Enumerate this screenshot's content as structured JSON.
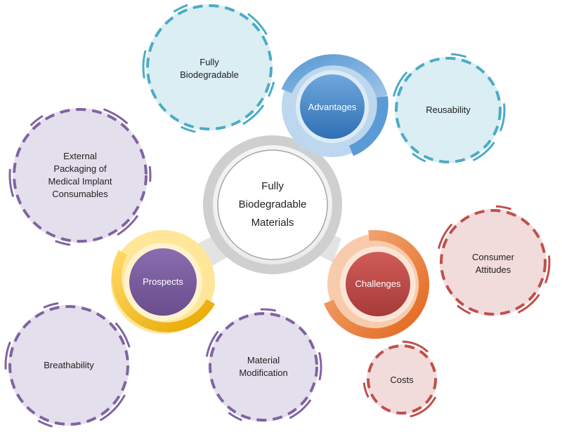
{
  "center": {
    "label": "Fully\nBiodegradable\nMaterials"
  },
  "hubs": {
    "advantages": {
      "label": "Advantages",
      "color": "#4a86c8"
    },
    "prospects": {
      "label": "Prospects",
      "color": "#7b5c9e"
    },
    "challenges": {
      "label": "Challenges",
      "color": "#c0504d"
    }
  },
  "leaves": {
    "fully_biodegradable": "Fully\nBiodegradable",
    "reusability": "Reusability",
    "external_packaging": "External\nPackaging of\nMedical Implant\nConsumables",
    "breathability": "Breathability",
    "material_modification": "Material\nModification",
    "consumer_attitudes": "Consumer\nAttitudes",
    "costs": "Costs"
  },
  "colors": {
    "blue_light": "#daeef3",
    "blue_stroke": "#4bacc6",
    "purple_light": "#e4dfec",
    "purple_stroke": "#8064a2",
    "red_light": "#f2dcdb",
    "red_stroke": "#c0504d",
    "gold": "#f5c518",
    "orange": "#f07b2c",
    "gray_ring": "#d9d9d9"
  }
}
